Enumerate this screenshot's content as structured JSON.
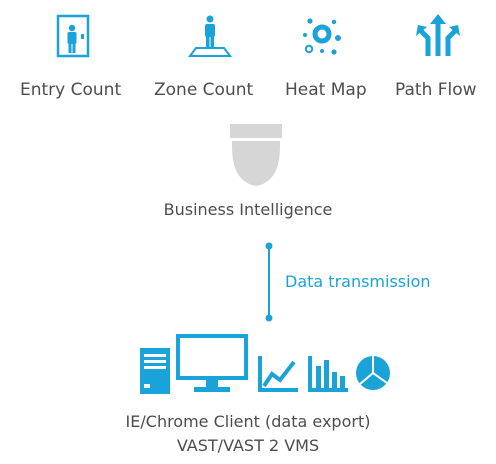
{
  "features": [
    {
      "label": "Entry Count",
      "icon": "entry-door-person-icon"
    },
    {
      "label": "Zone Count",
      "icon": "zone-person-icon"
    },
    {
      "label": "Heat Map",
      "icon": "heat-map-dots-icon"
    },
    {
      "label": "Path Flow",
      "icon": "path-flow-arrows-icon"
    }
  ],
  "camera": {
    "icon": "dome-camera-icon",
    "label": "Business Intelligence"
  },
  "connector": {
    "label": "Data transmission"
  },
  "client": {
    "icons": [
      "pc-tower-icon",
      "monitor-icon",
      "line-chart-icon",
      "bar-chart-icon",
      "pie-chart-icon"
    ],
    "line1": "IE/Chrome Client (data export)",
    "line2": "VAST/VAST 2 VMS"
  },
  "colors": {
    "accent": "#1aa3d9",
    "icon_gray": "#d6d6d6",
    "text": "#4d4d4d"
  }
}
